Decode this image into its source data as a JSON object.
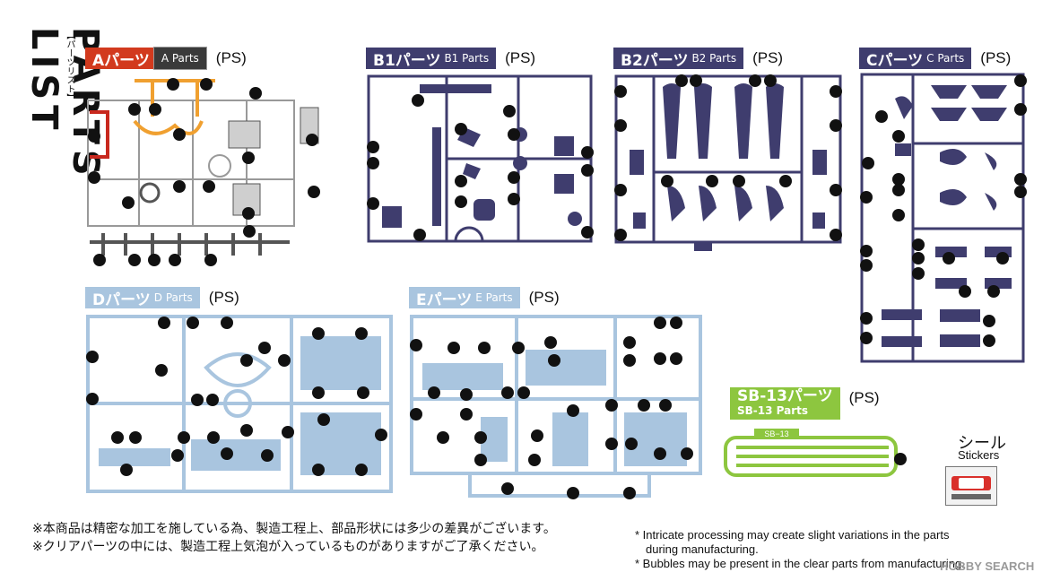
{
  "title": {
    "main": "PARTS LIST",
    "sub": "【パーツリスト】"
  },
  "runners": [
    {
      "id": "A",
      "label": "Aパーツ",
      "en": "A Parts",
      "material": "(PS)"
    },
    {
      "id": "B1",
      "label": "B1パーツ",
      "en": "B1 Parts",
      "material": "(PS)"
    },
    {
      "id": "B2",
      "label": "B2パーツ",
      "en": "B2 Parts",
      "material": "(PS)"
    },
    {
      "id": "C",
      "label": "Cパーツ",
      "en": "C Parts",
      "material": "(PS)"
    },
    {
      "id": "D",
      "label": "Dパーツ",
      "en": "D Parts",
      "material": "(PS)"
    },
    {
      "id": "E",
      "label": "Eパーツ",
      "en": "E Parts",
      "material": "(PS)"
    },
    {
      "id": "SB13",
      "label": "SB-13パーツ",
      "en": "SB-13 Parts",
      "material": "(PS)",
      "tag": "SB−13"
    }
  ],
  "stickers": {
    "jp": "シール",
    "en": "Stickers"
  },
  "notes_jp": [
    "※本商品は精密な加工を施している為、製造工程上、部品形状には多少の差異がございます。",
    "※クリアパーツの中には、製造工程上気泡が入っているものがありますがご了承ください。"
  ],
  "notes_en": [
    "* Intricate processing may create slight variations in the parts",
    "during manufacturing.",
    "* Bubbles may be present in the clear parts from manufacturing."
  ],
  "watermark": "HOBBY SEARCH",
  "colors": {
    "navy": "#3f3d6e",
    "light_blue": "#a9c5df",
    "green": "#8dc63f",
    "orange": "#f0a030",
    "red": "#c8281e",
    "gray": "#d8d8d8"
  }
}
